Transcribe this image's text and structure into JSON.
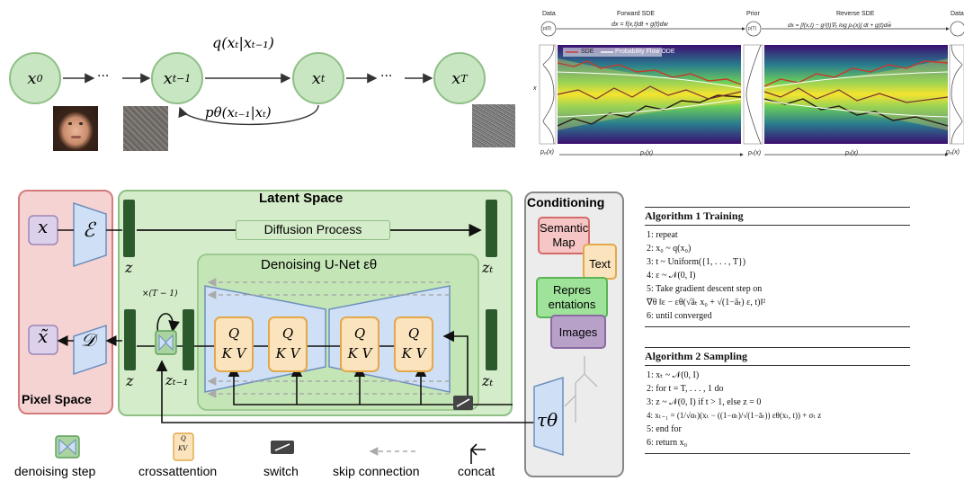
{
  "chain": {
    "nodes": [
      "x₀",
      "xₜ₋₁",
      "xₜ",
      "xₜ"
    ],
    "node_labels": [
      "x0",
      "x_{t-1}",
      "x_t",
      "x_T"
    ],
    "ellipsis": "···",
    "q_label": "q(xₜ|xₜ₋₁)",
    "p_label": "pθ(xₜ₋₁|xₜ)"
  },
  "sde": {
    "data_label": "Data",
    "forward_label": "Forward SDE",
    "prior_label": "Prior",
    "reverse_label": "Reverse SDE",
    "data_label_right": "Data",
    "forward_eq": "dx = f(x,t)dt + g(t)dw",
    "reverse_eq": "dx = [f(x,t) − g²(t)∇ₓ log pₜ(x)] dt + g(t)dw̄",
    "legend_sde": "SDE",
    "legend_ode": "Probability Flow ODE",
    "p0": "p₀(x)",
    "pt": "pₜ(x)",
    "pT": "pₜ(x)",
    "pt2": "pₜ(x)",
    "p0r": "p₀(x)",
    "x_axis": "x",
    "x0_circle": "p(0)",
    "xT_circle": "p(T)"
  },
  "ldm": {
    "pixel_space": "Pixel Space",
    "latent_space": "Latent Space",
    "conditioning": "Conditioning",
    "diffusion_process": "Diffusion Process",
    "unet_label": "Denoising U-Net εθ",
    "x": "x",
    "x_tilde": "x̃",
    "encoder": "ℰ",
    "decoder": "𝒟",
    "z": "z",
    "z_T": "zₜ",
    "z_T_bottom": "zₜ",
    "z_bottom": "z",
    "z_tm1": "zₜ₋₁",
    "times": "×(T − 1)",
    "q": "Q",
    "kv": "K V",
    "tau": "τθ",
    "cond_items": [
      "Semantic Map",
      "Text",
      "Representations",
      "Images"
    ],
    "cond_semantic": "Semantic",
    "cond_map": "Map",
    "cond_text": "Text",
    "cond_repr1": "Repres",
    "cond_repr2": "entations",
    "cond_images": "Images"
  },
  "legend": {
    "denoising_step": "denoising step",
    "crossattention": "crossattention",
    "switch": "switch",
    "skip_connection": "skip connection",
    "concat": "concat",
    "q_small": "Q",
    "kv_small": "KV"
  },
  "algo1": {
    "title": "Algorithm 1 Training",
    "lines": [
      "1:  repeat",
      "2:    x₀ ~ q(x₀)",
      "3:    t ~ Uniform({1, . . . , T})",
      "4:    ε ~ 𝒩(0, I)",
      "5:    Take gradient descent step on",
      "          ∇θ ‖ε − εθ(√āₜ x₀ + √(1−āₜ) ε, t)‖²",
      "6:  until converged"
    ]
  },
  "algo2": {
    "title": "Algorithm 2 Sampling",
    "lines": [
      "1:  xₜ ~ 𝒩(0, I)",
      "2:  for t = T, . . . , 1 do",
      "3:    z ~ 𝒩(0, I) if t > 1, else z = 0",
      "4:    xₜ₋₁ = (1/√αₜ)(xₜ − ((1−αₜ)/√(1−āₜ)) εθ(xₜ, t)) + σₜ z",
      "5:  end for",
      "6:  return x₀"
    ]
  },
  "colors": {
    "node_fill": "#c9e6c2",
    "pixel_space_fill": "#f6d3d3",
    "latent_space_fill": "#d4ecc9",
    "encoder_fill": "#cfe0f6",
    "qkv_fill": "#fbe4bd",
    "bar": "#2d5a2c"
  }
}
